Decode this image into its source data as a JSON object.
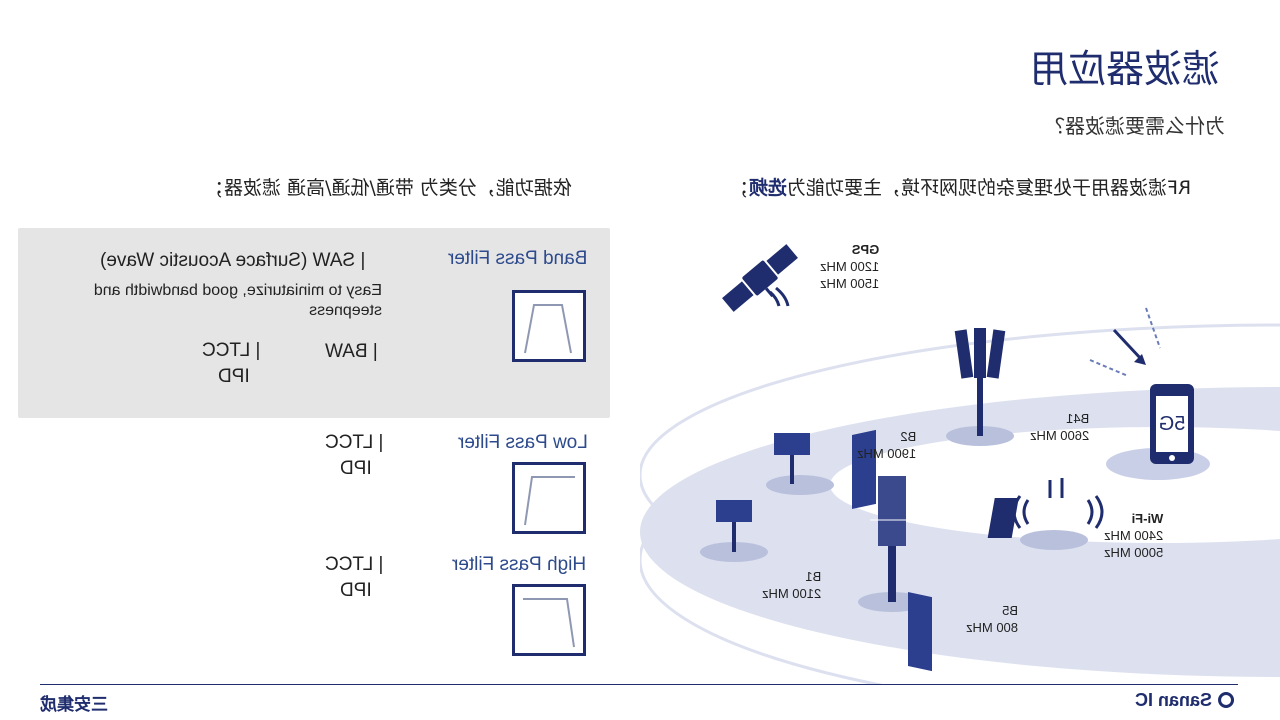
{
  "header": {
    "title": "滤波器应用",
    "subtitle": "为什么需要滤波器？"
  },
  "intro": {
    "rf_text": "RF滤波器用于处理复杂的现网环境，主要功能为",
    "rf_highlight": "选频",
    "rf_end": "；",
    "classify_text": "依据功能，分类为 带通/低通/高通 滤波器；"
  },
  "filters": [
    {
      "title": "Band Pass Filter",
      "tech1": "| SAW (Surface Acoustic Wave)",
      "tech1_desc": "Easy to miniaturize, good bandwidth and steepness",
      "tech2": "| BAW",
      "tech3": "| LTCC",
      "tech4": "IPD"
    },
    {
      "title": "Low Pass Filter",
      "tech1": "| LTCC",
      "tech2": "IPD"
    },
    {
      "title": "High Pass Filter",
      "tech1": "| LTCC",
      "tech2": "IPD"
    }
  ],
  "bands": {
    "gps": {
      "name": "GPS",
      "f1": "1200 MHz",
      "f2": "1500 MHz"
    },
    "b41": {
      "name": "B41",
      "f1": "2600 MHz"
    },
    "b2": {
      "name": "B2",
      "f1": "1900 MHz"
    },
    "wifi": {
      "name": "Wi-Fi",
      "f1": "2400 MHz",
      "f2": "5000 MHz"
    },
    "b1": {
      "name": "B1",
      "f1": "2100 MHz"
    },
    "b5": {
      "name": "B5",
      "f1": "800 MHz"
    }
  },
  "phone_label": "5G",
  "footer": {
    "brand_en": "Sanan IC",
    "brand_cn": "三安集成"
  },
  "colors": {
    "navy": "#1f2d6e",
    "panel_gray": "#e5e5e5",
    "ellipse": "#dde1ef"
  }
}
